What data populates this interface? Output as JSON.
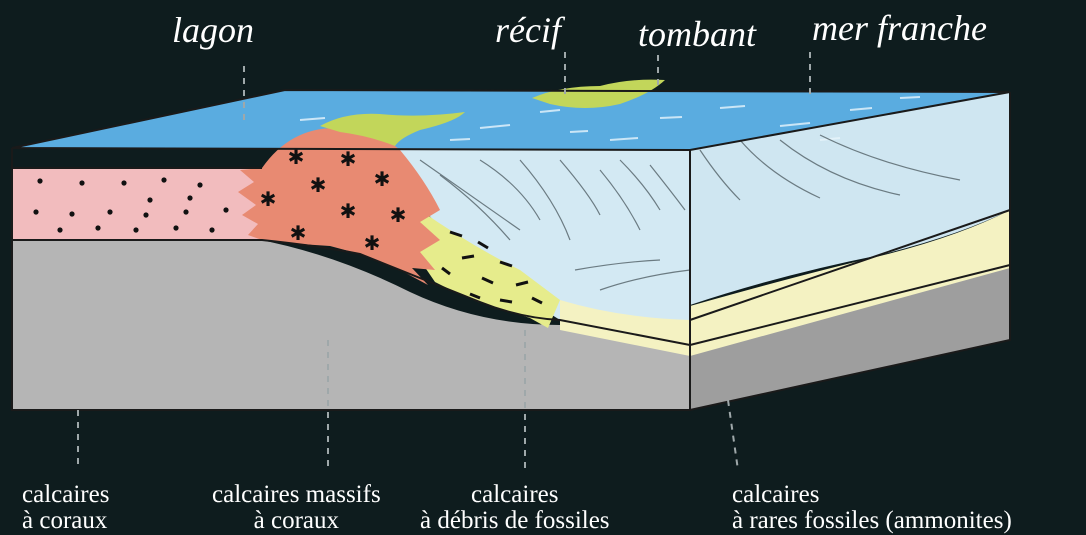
{
  "labels_top": {
    "lagon": "lagon",
    "recif": "récif",
    "tombant": "tombant",
    "mer_franche": "mer franche"
  },
  "labels_bottom": {
    "coraux": {
      "line1": "calcaires",
      "line2": "à coraux"
    },
    "massifs": {
      "line1": "calcaires  massifs",
      "line2": "à coraux"
    },
    "debris": {
      "line1": "calcaires",
      "line2": "à débris  de fossiles"
    },
    "rares": {
      "line1": "calcaires",
      "line2": "à rares fossiles  (ammonites)"
    }
  },
  "colors": {
    "background": "#0e1c1e",
    "sea_surface": "#5aace0",
    "sea_body": "#d3e9f3",
    "lagoon_sediment": "#f2bcbe",
    "reef_mass": "#e88a72",
    "reef_debris": "#e6ec8c",
    "open_sea_sediment": "#f4f2c2",
    "reef_crest": "#c2d65a",
    "substrate": "#b5b5b5",
    "substrate_side": "#9e9e9e",
    "outline": "#1a1a1a"
  }
}
